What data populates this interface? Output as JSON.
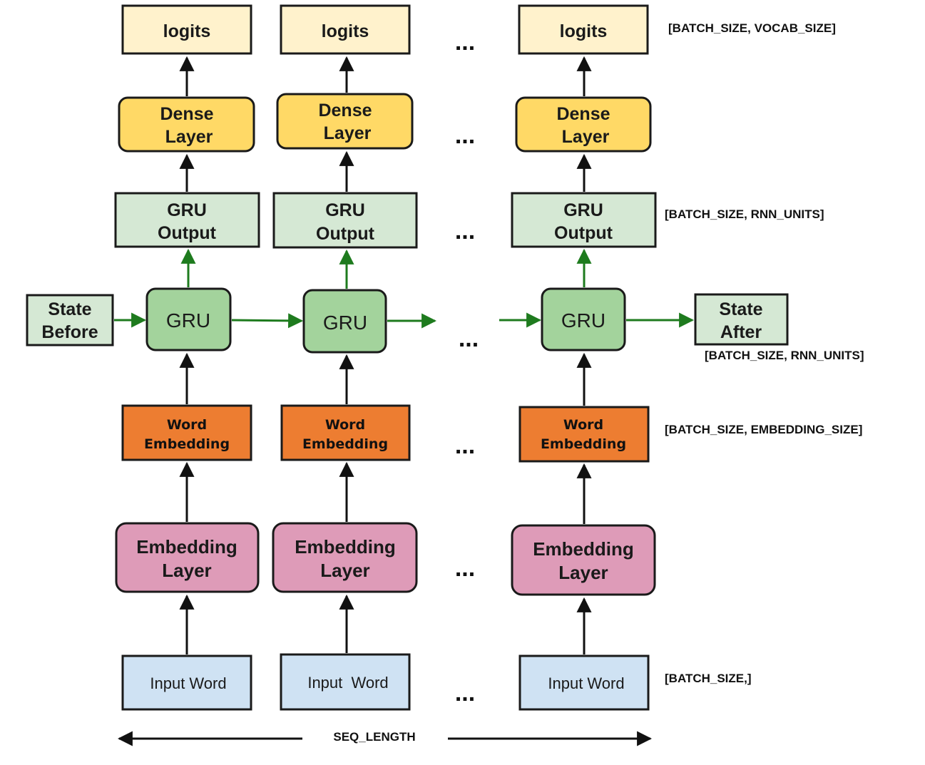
{
  "columns": [
    {
      "logits": "logits",
      "dense": [
        "Dense",
        "Layer"
      ],
      "gru_output": [
        "GRU",
        "Output"
      ],
      "gru": "GRU",
      "word_embedding": [
        "Word",
        "Embedding"
      ],
      "embedding_layer": [
        "Embedding",
        "Layer"
      ],
      "input_word": "Input Word"
    },
    {
      "logits": "logits",
      "dense": [
        "Dense",
        "Layer"
      ],
      "gru_output": [
        "GRU",
        "Output"
      ],
      "gru": "GRU",
      "word_embedding": [
        "Word",
        "Embedding"
      ],
      "embedding_layer": [
        "Embedding",
        "Layer"
      ],
      "input_word": "Input  Word"
    },
    {
      "logits": "logits",
      "dense": [
        "Dense",
        "Layer"
      ],
      "gru_output": [
        "GRU",
        "Output"
      ],
      "gru": "GRU",
      "word_embedding": [
        "Word",
        "Embedding"
      ],
      "embedding_layer": [
        "Embedding",
        "Layer"
      ],
      "input_word": "Input Word"
    }
  ],
  "state_before": [
    "State",
    "Before"
  ],
  "state_after": [
    "State",
    "After"
  ],
  "ellipsis": "...",
  "shapes": {
    "logits": "[BATCH_SIZE, VOCAB_SIZE]",
    "gru_output": "[BATCH_SIZE, RNN_UNITS]",
    "state_after": "[BATCH_SIZE, RNN_UNITS]",
    "word_embedding": "[BATCH_SIZE, EMBEDDING_SIZE]",
    "input_word": "[BATCH_SIZE,]"
  },
  "seq_length": "SEQ_LENGTH",
  "colors": {
    "logits_fill": "#fff2cc",
    "dense_fill": "#ffd966",
    "gru_output_fill": "#d5e8d4",
    "gru_fill": "#a3d39c",
    "word_embedding_fill": "#ed7d31",
    "embedding_layer_fill": "#de9bb8",
    "input_word_fill": "#cfe2f3",
    "state_fill": "#d5e8d4",
    "recurrent_arrow": "#1e7b1e",
    "arrow": "#111111"
  }
}
